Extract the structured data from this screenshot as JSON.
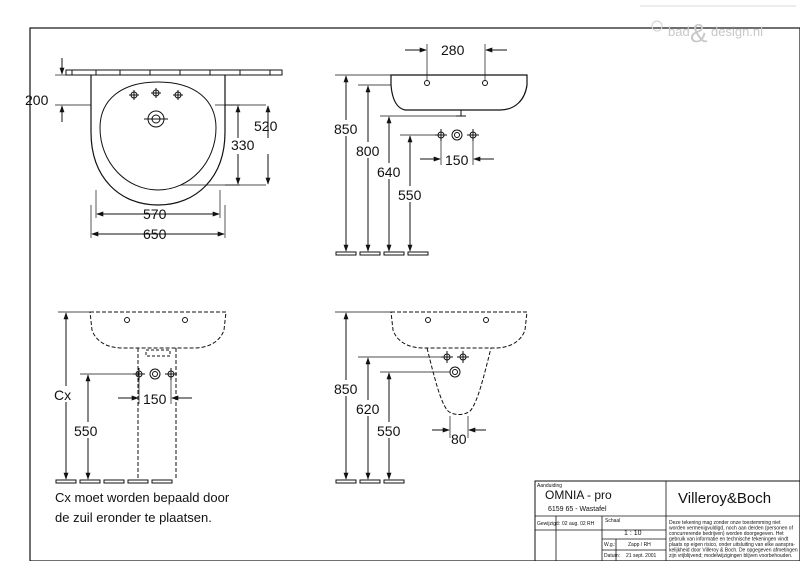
{
  "watermark": {
    "text_left": "bad",
    "ampersand": "&",
    "text_right": "design.nl"
  },
  "top_left_view": {
    "dims": {
      "d200": "200",
      "d520": "520",
      "d330": "330",
      "d570": "570",
      "d650": "650"
    }
  },
  "top_right_view": {
    "dims": {
      "d280": "280",
      "d850": "850",
      "d800": "800",
      "d640": "640",
      "d550": "550",
      "d150": "150"
    }
  },
  "bottom_left_view": {
    "dims": {
      "cx": "Cx",
      "d550": "550",
      "d150": "150"
    }
  },
  "bottom_right_view": {
    "dims": {
      "d850": "850",
      "d620": "620",
      "d550": "550",
      "d80": "80"
    }
  },
  "note": {
    "line1": "Cx moet worden bepaald door",
    "line2": "de zuil eronder te plaatsen."
  },
  "title_block": {
    "aanduiding_label": "Aanduiding",
    "product": "OMNIA - pro",
    "product_code": "6159 65 - Wastafel",
    "brand": "Villeroy&Boch",
    "gewijzigd_label": "Gewijzigd:",
    "gewijzigd_value": "02 aug. 02 RH",
    "schaal_label": "Schaal",
    "schaal_value": "1 : 10",
    "wg_label": "W.g.:",
    "wg_value": "Zapp / RH",
    "datum_label": "Datum:",
    "datum_value": "21 sept. 2001",
    "disclaimer": [
      "Deze tekening mag zonder onze toestemming niet",
      "worden vermenigvuldigd, noch aan derden  (personen of",
      "concurrerende bedrijven) worden doorgegeven. Het",
      "gebruik van informatie en technische tekeningen  vindt",
      "plaats op eigen risico, onder uitsluiting van elke aanspra-",
      "kelijkheid door Villeroy & Boch. De opgegeven afmetingen",
      "zijn vrijblijvend; modelwijzigingen blijven voorbehouden."
    ]
  }
}
